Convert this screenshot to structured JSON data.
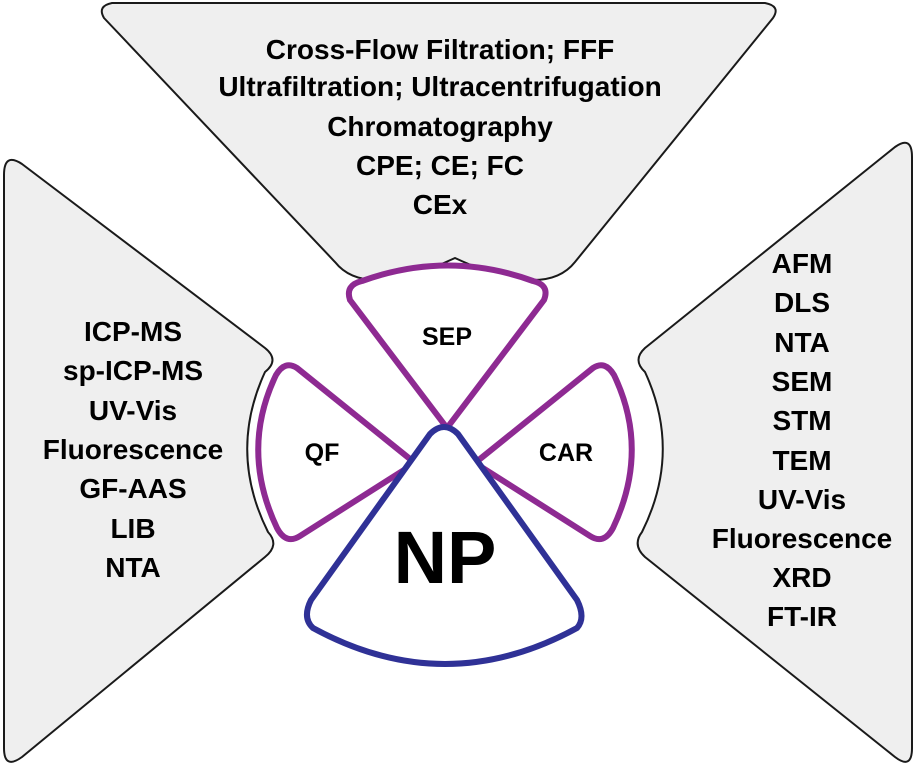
{
  "top_panel": {
    "items": [
      "Cross-Flow Filtration; FFF",
      "Ultrafiltration; Ultracentrifugation",
      "Chromatography",
      "CPE; CE; FC",
      "CEx"
    ]
  },
  "left_panel": {
    "items": [
      "ICP-MS",
      "sp-ICP-MS",
      "UV-Vis",
      "Fluorescence",
      "GF-AAS",
      "LIB",
      "NTA"
    ]
  },
  "right_panel": {
    "items": [
      "AFM",
      "DLS",
      "NTA",
      "SEM",
      "STM",
      "TEM",
      "UV-Vis",
      "Fluorescence",
      "XRD",
      "FT-IR"
    ]
  },
  "petals": {
    "sep": "SEP",
    "qf": "QF",
    "car": "CAR",
    "np": "NP"
  },
  "colors": {
    "panel_fill": "#efefef",
    "petal_stroke": "#8e2a92",
    "np_stroke": "#2f3196"
  }
}
